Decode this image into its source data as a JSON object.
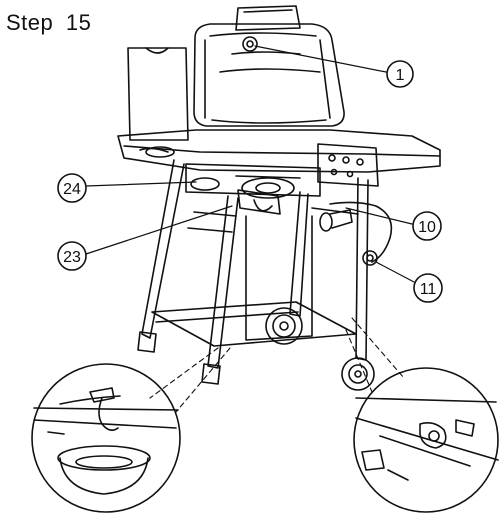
{
  "step": {
    "label": "Step",
    "number": "15"
  },
  "callouts": [
    {
      "id": "1",
      "label": "1"
    },
    {
      "id": "10",
      "label": "10"
    },
    {
      "id": "11",
      "label": "11"
    },
    {
      "id": "23",
      "label": "23"
    },
    {
      "id": "24",
      "label": "24"
    }
  ],
  "colors": {
    "line": "#111111",
    "background": "#ffffff",
    "shade": "#d9d9d9"
  }
}
